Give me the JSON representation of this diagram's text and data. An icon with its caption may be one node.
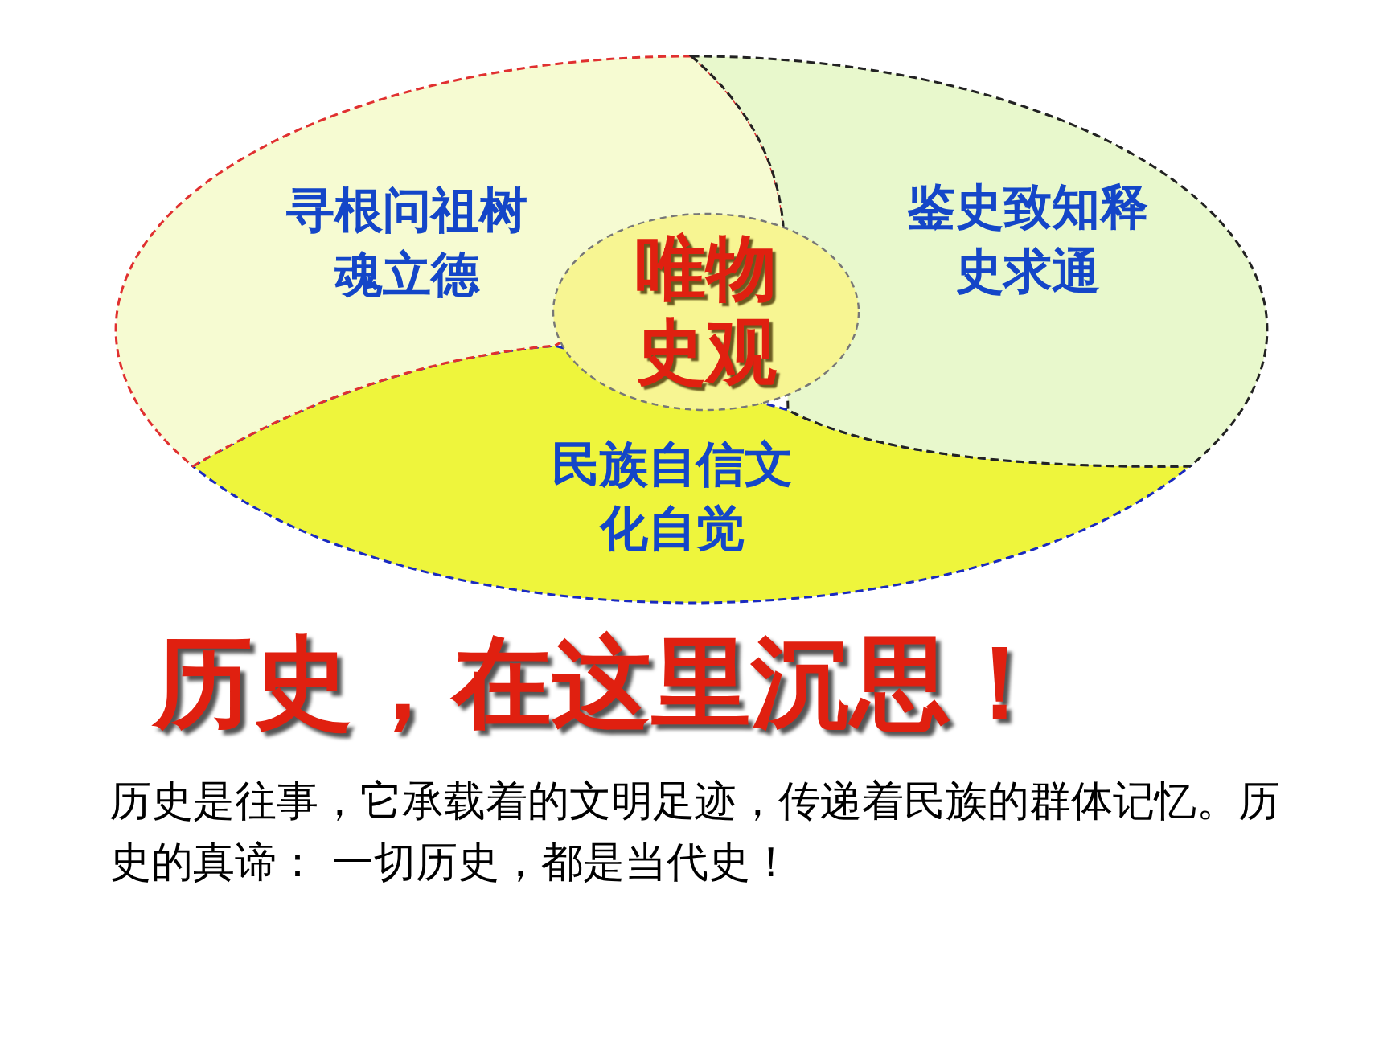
{
  "diagram": {
    "title": "历史，在这里沉思！",
    "caption": "历史是往事，它承载着的文明足迹，传递着民族的群体记忆。历史的真谛： 一切历史，都是当代史！",
    "nodes": [
      {
        "text": [
          "寻根问祖树魂立德"
        ]
      },
      {
        "text": [
          "鉴史致知释史求通"
        ]
      },
      {
        "text": [
          "民族自信文化自觉"
        ]
      },
      {
        "text": [
          "唯物史观"
        ]
      }
    ]
  }
}
